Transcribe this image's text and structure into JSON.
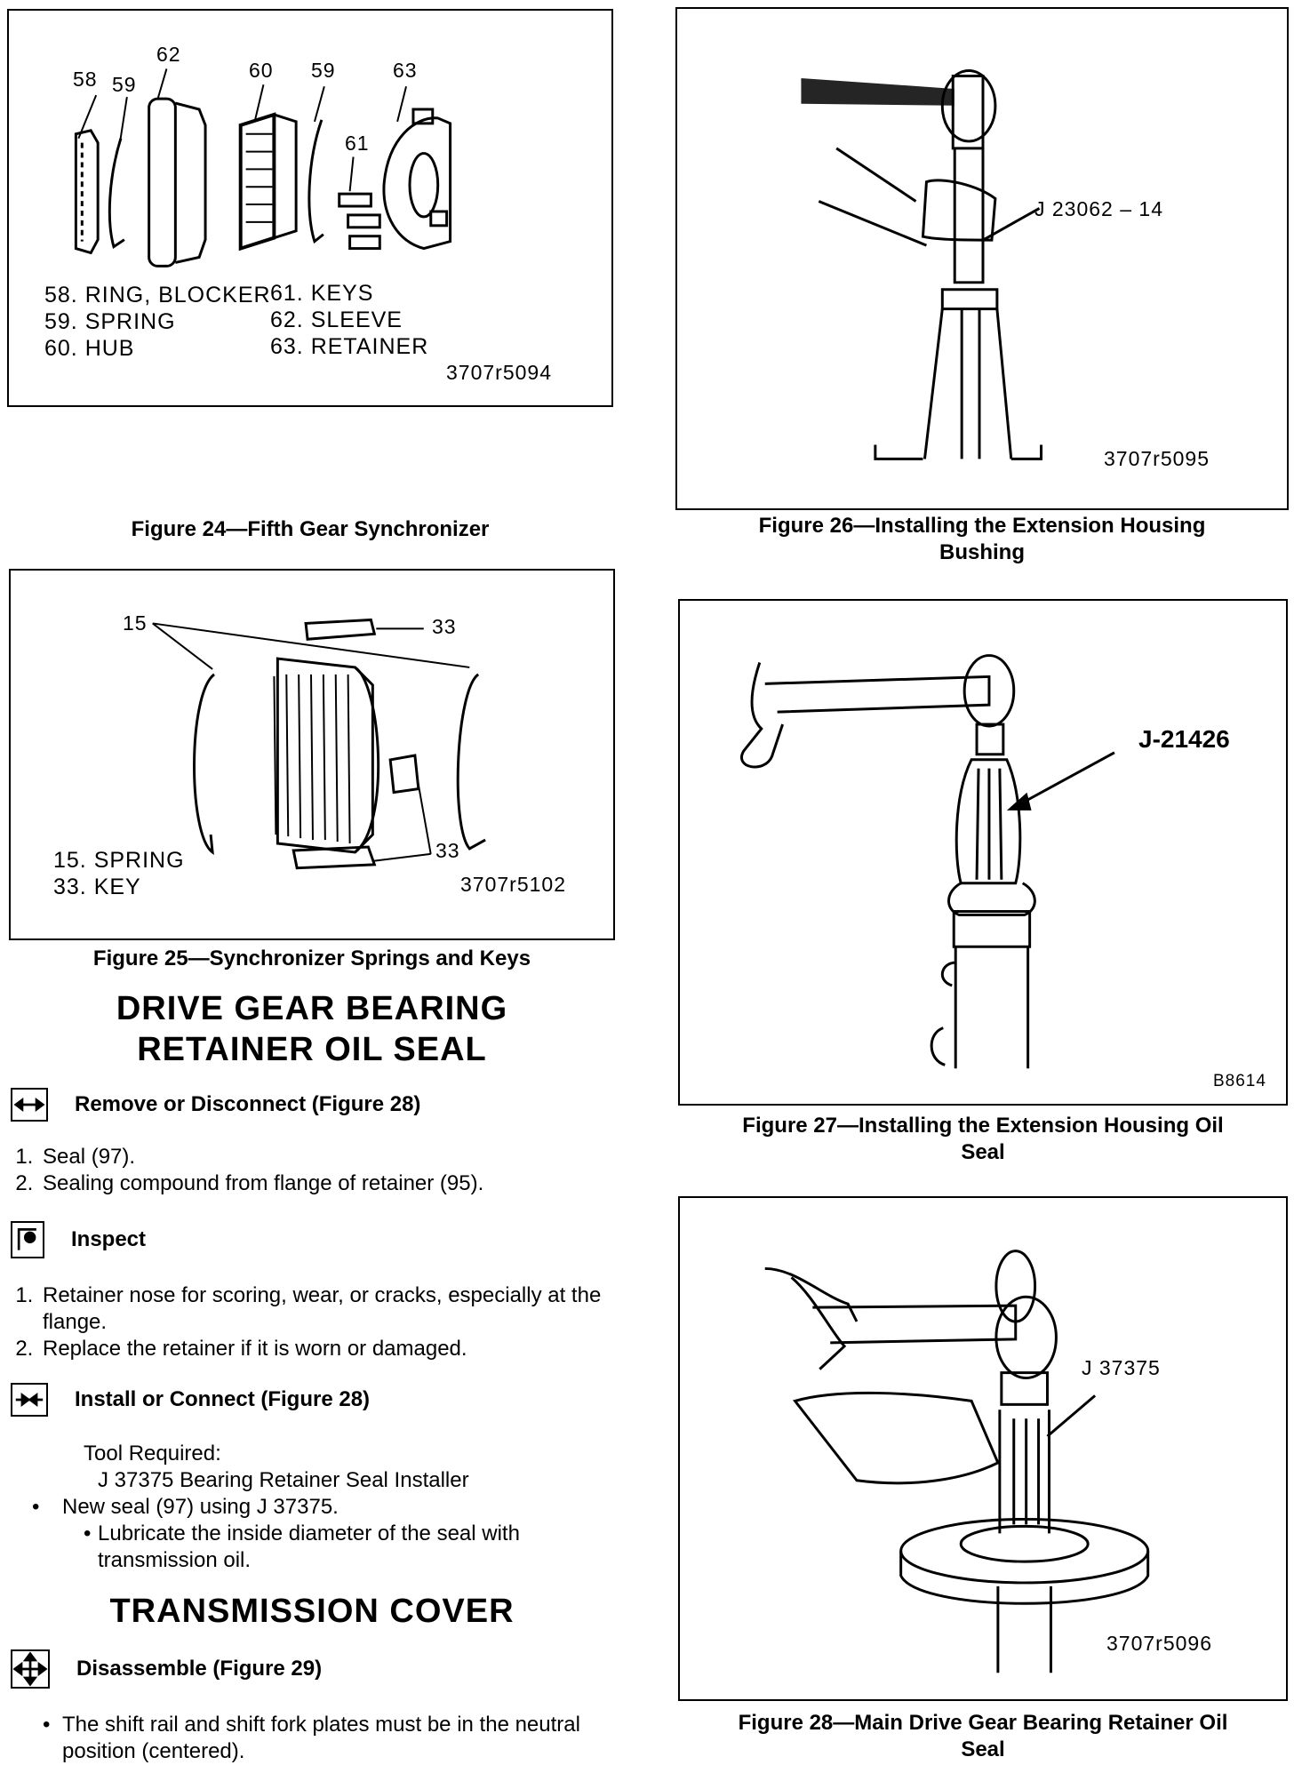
{
  "fig24": {
    "callouts": [
      "58",
      "59",
      "62",
      "60",
      "59",
      "63",
      "61"
    ],
    "legend_left": [
      "58. RING, BLOCKER",
      "59. SPRING",
      "60. HUB"
    ],
    "legend_right": [
      "61. KEYS",
      "62. SLEEVE",
      "63. RETAINER"
    ],
    "code": "3707r5094",
    "caption": "Figure 24—Fifth Gear Synchronizer"
  },
  "fig25": {
    "callouts": [
      "15",
      "33",
      "33"
    ],
    "legend": [
      "15. SPRING",
      "33. KEY"
    ],
    "code": "3707r5102",
    "caption": "Figure 25—Synchronizer Springs and Keys"
  },
  "fig26": {
    "tool": "J 23062 – 14",
    "code": "3707r5095",
    "caption_line1": "Figure 26—Installing the Extension Housing",
    "caption_line2": "Bushing"
  },
  "fig27": {
    "tool": "J-21426",
    "code": "B8614",
    "caption_line1": "Figure 27—Installing the Extension Housing Oil",
    "caption_line2": "Seal"
  },
  "fig28": {
    "tool": "J 37375",
    "code": "3707r5096",
    "caption_line1": "Figure 28—Main Drive Gear Bearing Retainer Oil",
    "caption_line2": "Seal"
  },
  "section1": {
    "heading_line1": "DRIVE GEAR BEARING",
    "heading_line2": "RETAINER OIL SEAL",
    "remove_label": "Remove or Disconnect (Figure 28)",
    "remove_steps": [
      "Seal (97).",
      "Sealing compound from flange of retainer (95)."
    ],
    "inspect_label": "Inspect",
    "inspect_steps": [
      "Retainer nose for scoring, wear, or cracks, especially at the flange.",
      "Replace the retainer if it is worn or damaged."
    ],
    "install_label": "Install or Connect (Figure 28)",
    "tool_required": "Tool Required:",
    "tool_name": "J 37375 Bearing Retainer Seal Installer",
    "install_bullet": "New seal (97) using J 37375.",
    "install_sub_bullet": "Lubricate the inside diameter of the seal with transmission oil."
  },
  "section2": {
    "heading": "TRANSMISSION COVER",
    "disassemble_label": "Disassemble (Figure 29)",
    "bullet": "The shift rail and shift fork plates must be in the neutral position (centered)."
  }
}
